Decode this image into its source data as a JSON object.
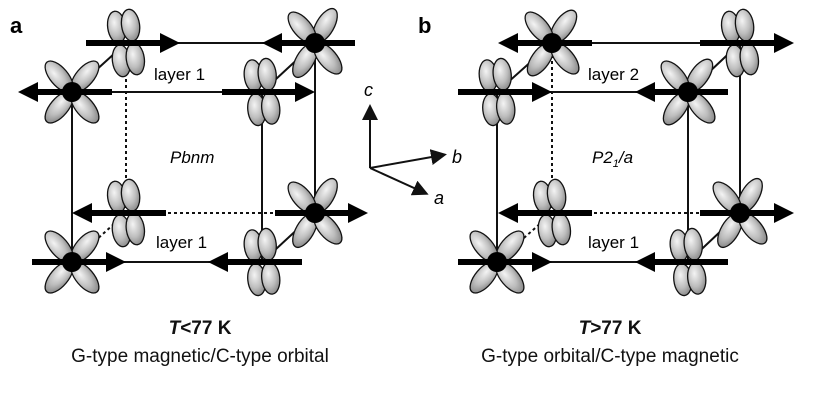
{
  "panels": [
    {
      "letter": "a",
      "space_group": "Pbnm",
      "top_layer": "layer 1",
      "bottom_layer": "layer 1",
      "temperature_var": "T",
      "temperature_cond": "<77 K",
      "description": "G-type magnetic/C-type orbital"
    },
    {
      "letter": "b",
      "space_group": "P2",
      "space_group_sub": "1",
      "space_group_tail": "/a",
      "top_layer": "layer 2",
      "bottom_layer": "layer 1",
      "temperature_var": "T",
      "temperature_cond": ">77 K",
      "description": "G-type orbital/C-type magnetic"
    }
  ],
  "axes": {
    "c": "c",
    "b": "b",
    "a": "a"
  }
}
